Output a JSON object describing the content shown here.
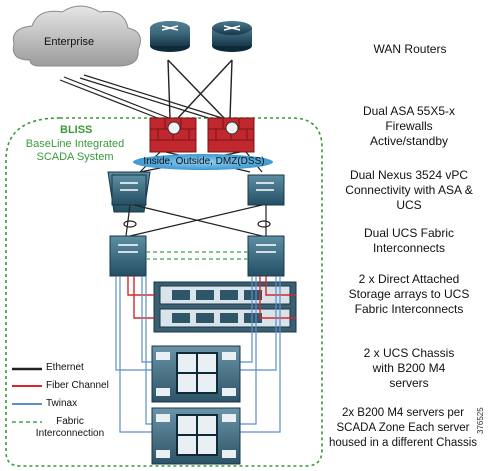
{
  "cloud": {
    "label": "Enterprise"
  },
  "bliss": {
    "title": "BLISS",
    "subtitle_line1": "BaseLine Integrated",
    "subtitle_line2": "SCADA System"
  },
  "dmz_label": "Inside, Outside, DMZ(DSS)",
  "right_labels": {
    "wan": "WAN Routers",
    "firewall": [
      "Dual  ASA 55X5-x",
      "Firewalls",
      "Active/standby"
    ],
    "nexus": [
      "Dual Nexus 3524 vPC",
      "Connectivity with ASA &",
      "UCS"
    ],
    "fabric": [
      "Dual UCS Fabric",
      "Interconnects"
    ],
    "storage": [
      "2 x Direct Attached",
      "Storage arrays to UCS",
      "Fabric Interconnects"
    ],
    "chassis": [
      "2 x UCS Chassis",
      "with B200 M4",
      "servers"
    ],
    "servers": [
      "2x  B200 M4 servers per",
      "SCADA Zone Each server",
      "housed in a different Chassis"
    ]
  },
  "legend": {
    "ethernet": "Ethernet",
    "fiber": "Fiber Channel",
    "twinax": "Twinax",
    "fabric_line1": "Fabric",
    "fabric_line2": "Interconnection"
  },
  "figure_id": "376525",
  "colors": {
    "ethernet": "#222222",
    "fiber": "#d8262c",
    "twinax": "#5b8fc7",
    "fabric": "#3aa64b",
    "router": "#1f4a5f",
    "firewall": "#c0282d",
    "switch": "#2f6a80",
    "dmz": "#5fb3e6"
  }
}
